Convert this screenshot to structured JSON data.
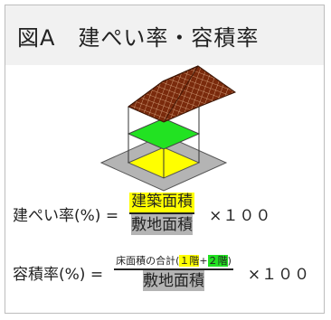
{
  "title": "図A　建ぺい率・容積率",
  "formula1": {
    "lhs": "建ぺい率(%) =",
    "numerator": "建築面積",
    "denominator": "敷地面積",
    "multiplier": "×１００"
  },
  "formula2": {
    "lhs": "容積率(%) =",
    "numerator_text": "床面積の合計(",
    "floor1": "１階",
    "plus": "+",
    "floor2": "２階",
    "close": ")",
    "denominator": "敷地面積",
    "multiplier": "×１００"
  },
  "colors": {
    "roof": "#7a2a0c",
    "floor_green": "#22e222",
    "floor_yellow": "#ffff00",
    "site_grey": "#b4b4b4"
  }
}
